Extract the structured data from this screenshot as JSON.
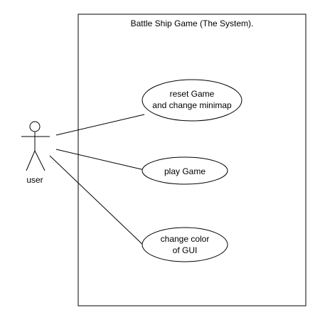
{
  "system": {
    "title": "Battle Ship Game (The System)."
  },
  "actor": {
    "label": "user"
  },
  "use_cases": [
    {
      "lines": [
        "reset Game",
        "and change minimap"
      ]
    },
    {
      "lines": [
        "play Game"
      ]
    },
    {
      "lines": [
        "change color",
        "of GUI"
      ]
    }
  ],
  "colors": {
    "stroke": "#000000",
    "background": "#ffffff"
  }
}
